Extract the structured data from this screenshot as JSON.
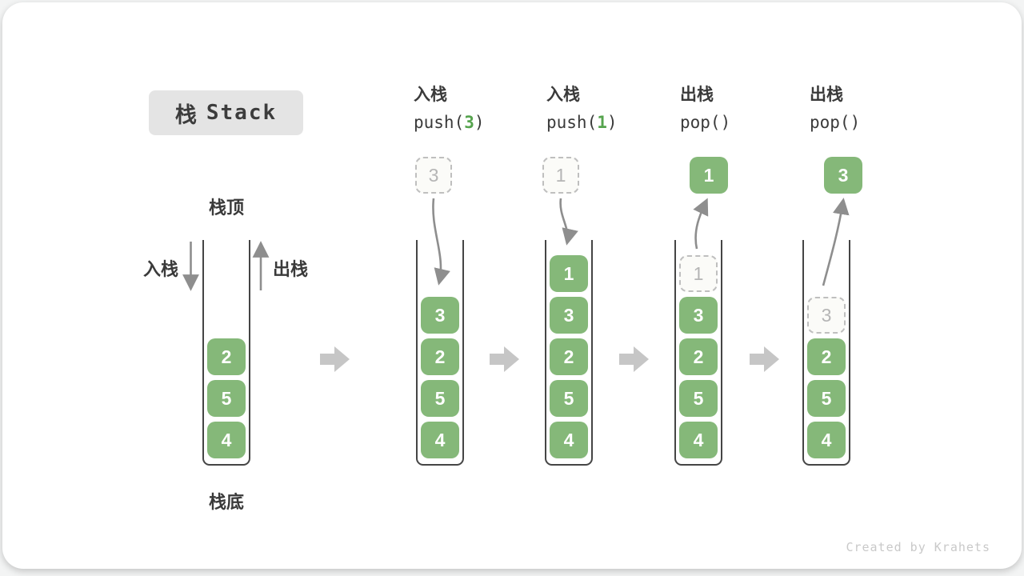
{
  "title": {
    "zh": "栈",
    "en": "Stack"
  },
  "legend": {
    "stack_top": "栈顶",
    "stack_bottom": "栈底",
    "push": "入栈",
    "pop": "出栈"
  },
  "initial_stack": [
    "2",
    "5",
    "4"
  ],
  "steps": [
    {
      "label": "入栈",
      "code_pre": "push(",
      "code_arg": "3",
      "code_post": ")",
      "float_value": "3",
      "items": [
        "3",
        "2",
        "5",
        "4"
      ]
    },
    {
      "label": "入栈",
      "code_pre": "push(",
      "code_arg": "1",
      "code_post": ")",
      "float_value": "1",
      "items": [
        "1",
        "3",
        "2",
        "5",
        "4"
      ]
    },
    {
      "label": "出栈",
      "code_pre": "pop()",
      "code_arg": "",
      "code_post": "",
      "float_value": "1",
      "items": [
        "1",
        "3",
        "2",
        "5",
        "4"
      ]
    },
    {
      "label": "出栈",
      "code_pre": "pop()",
      "code_arg": "",
      "code_post": "",
      "float_value": "3",
      "items": [
        "3",
        "2",
        "5",
        "4"
      ]
    }
  ],
  "credit": "Created by Krahets",
  "colors": {
    "element_green": "#85b879",
    "code_arg_green": "#56a44e",
    "curve_arrow_gray": "#8e8e8e",
    "block_arrow_gray": "#c6c6c6",
    "badge_bg": "#e4e4e4",
    "ghost_border": "#bfbfbf"
  }
}
